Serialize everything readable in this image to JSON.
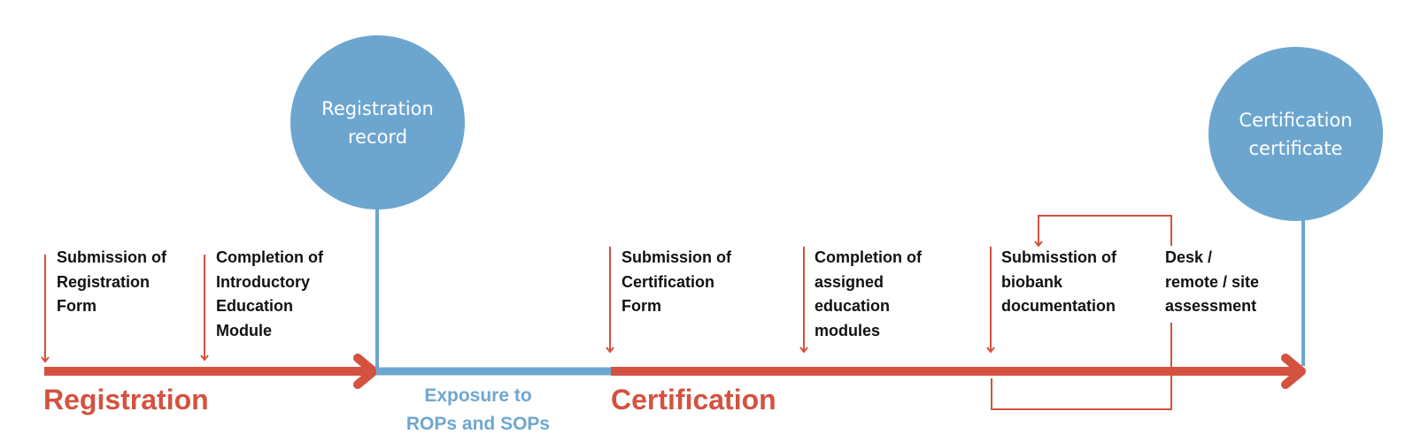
{
  "colors": {
    "red": "#d4523f",
    "blue": "#6ca6cf",
    "text": "#111111",
    "white": "#ffffff"
  },
  "milestones": [
    {
      "id": "registration-record",
      "label": "Registration\nrecord"
    },
    {
      "id": "certification-certificate",
      "label": "Certification\ncertificate"
    }
  ],
  "steps": [
    {
      "id": "submission-registration-form",
      "label": "Submission of\nRegistration\nForm"
    },
    {
      "id": "completion-introductory-module",
      "label": "Completion of\nIntroductory\nEducation\nModule"
    },
    {
      "id": "submission-certification-form",
      "label": "Submission of\nCertification\nForm"
    },
    {
      "id": "completion-assigned-modules",
      "label": "Completion of\nassigned\neducation\nmodules"
    },
    {
      "id": "submission-biobank-documentation",
      "label": "Submisstion of\nbiobank\ndocumentation"
    },
    {
      "id": "desk-remote-site-assessment",
      "label": "Desk /\nremote / site\nassessment"
    }
  ],
  "phases": {
    "registration": "Registration",
    "exposure": "Exposure to\nROPs and SOPs",
    "certification": "Certification"
  }
}
